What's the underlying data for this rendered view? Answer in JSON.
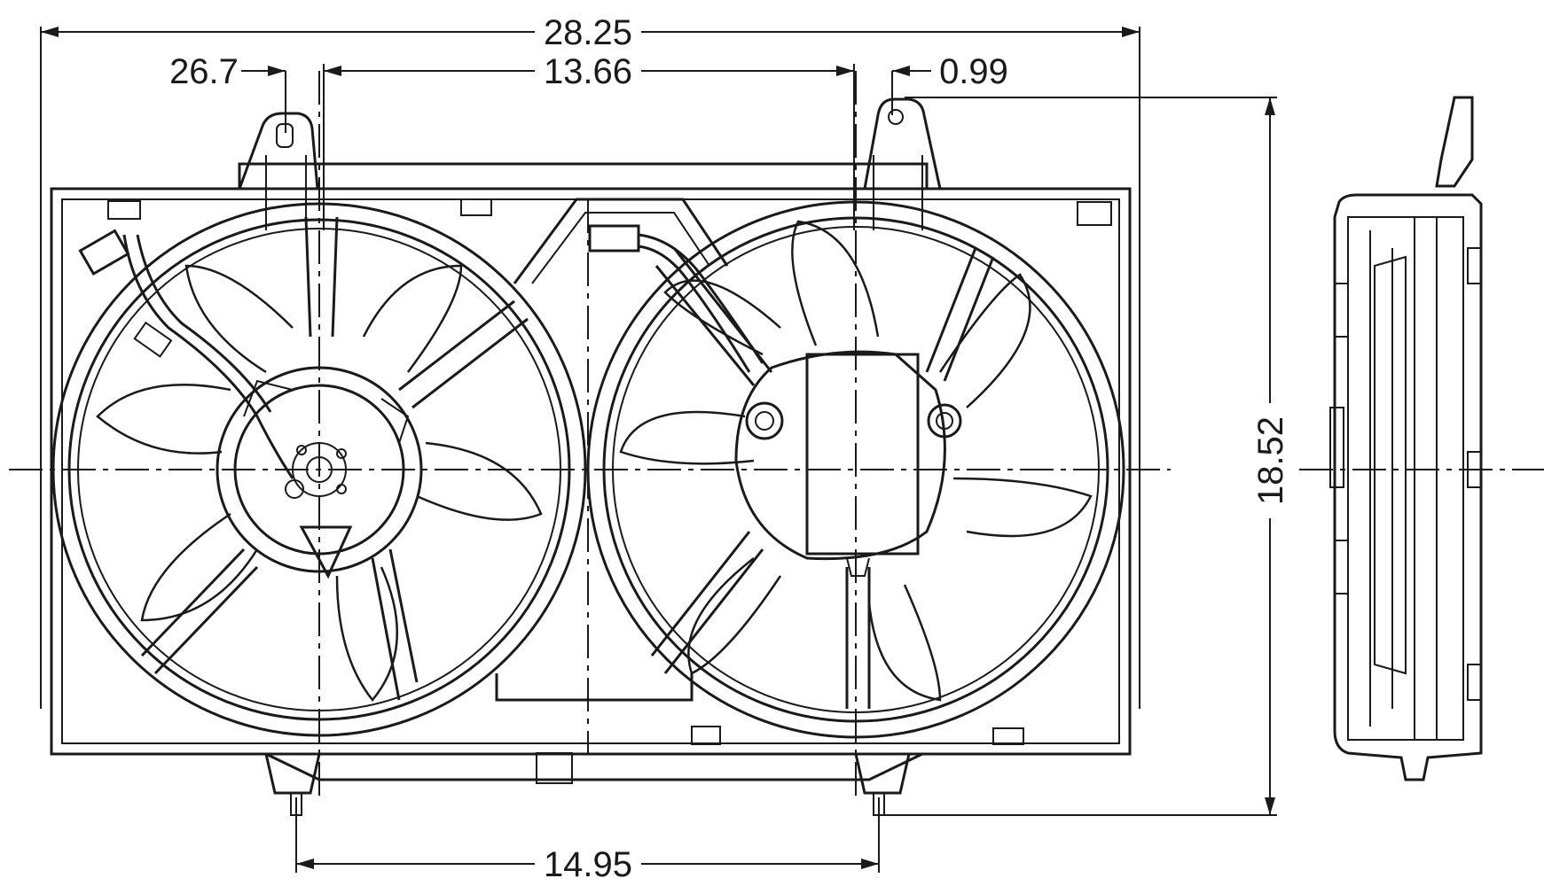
{
  "dimensions": {
    "overall_width": "28.25",
    "left_offset": "26.7",
    "mount_span_top": "13.66",
    "right_offset": "0.99",
    "overall_height": "18.52",
    "mount_span_bottom": "14.95"
  },
  "colors": {
    "line": "#1a1a1a",
    "background": "#ffffff"
  }
}
